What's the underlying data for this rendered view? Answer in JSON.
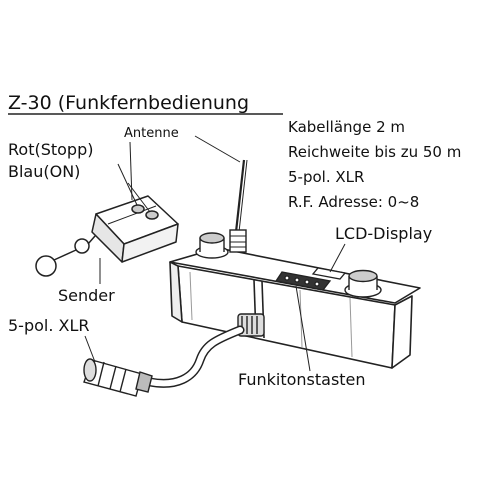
{
  "title": "Z-30 (Funkfernbedienung",
  "labels": {
    "antenne": "Antenne",
    "rot_stopp": "Rot(Stopp)",
    "blau_on": "Blau(ON)",
    "sender": "Sender",
    "xlr_left": "5-pol. XLR",
    "lcd_display": "LCD-Display",
    "funkitonstasten": "Funkitonstasten"
  },
  "specs": [
    "Kabellänge 2 m",
    "Reichweite bis zu 50 m",
    "5-pol. XLR",
    "R.F. Adresse: 0~8"
  ],
  "colors": {
    "ink": "#111111",
    "line": "#222222",
    "shade": "#bbbbbb",
    "panel": "#e6e6e6"
  }
}
